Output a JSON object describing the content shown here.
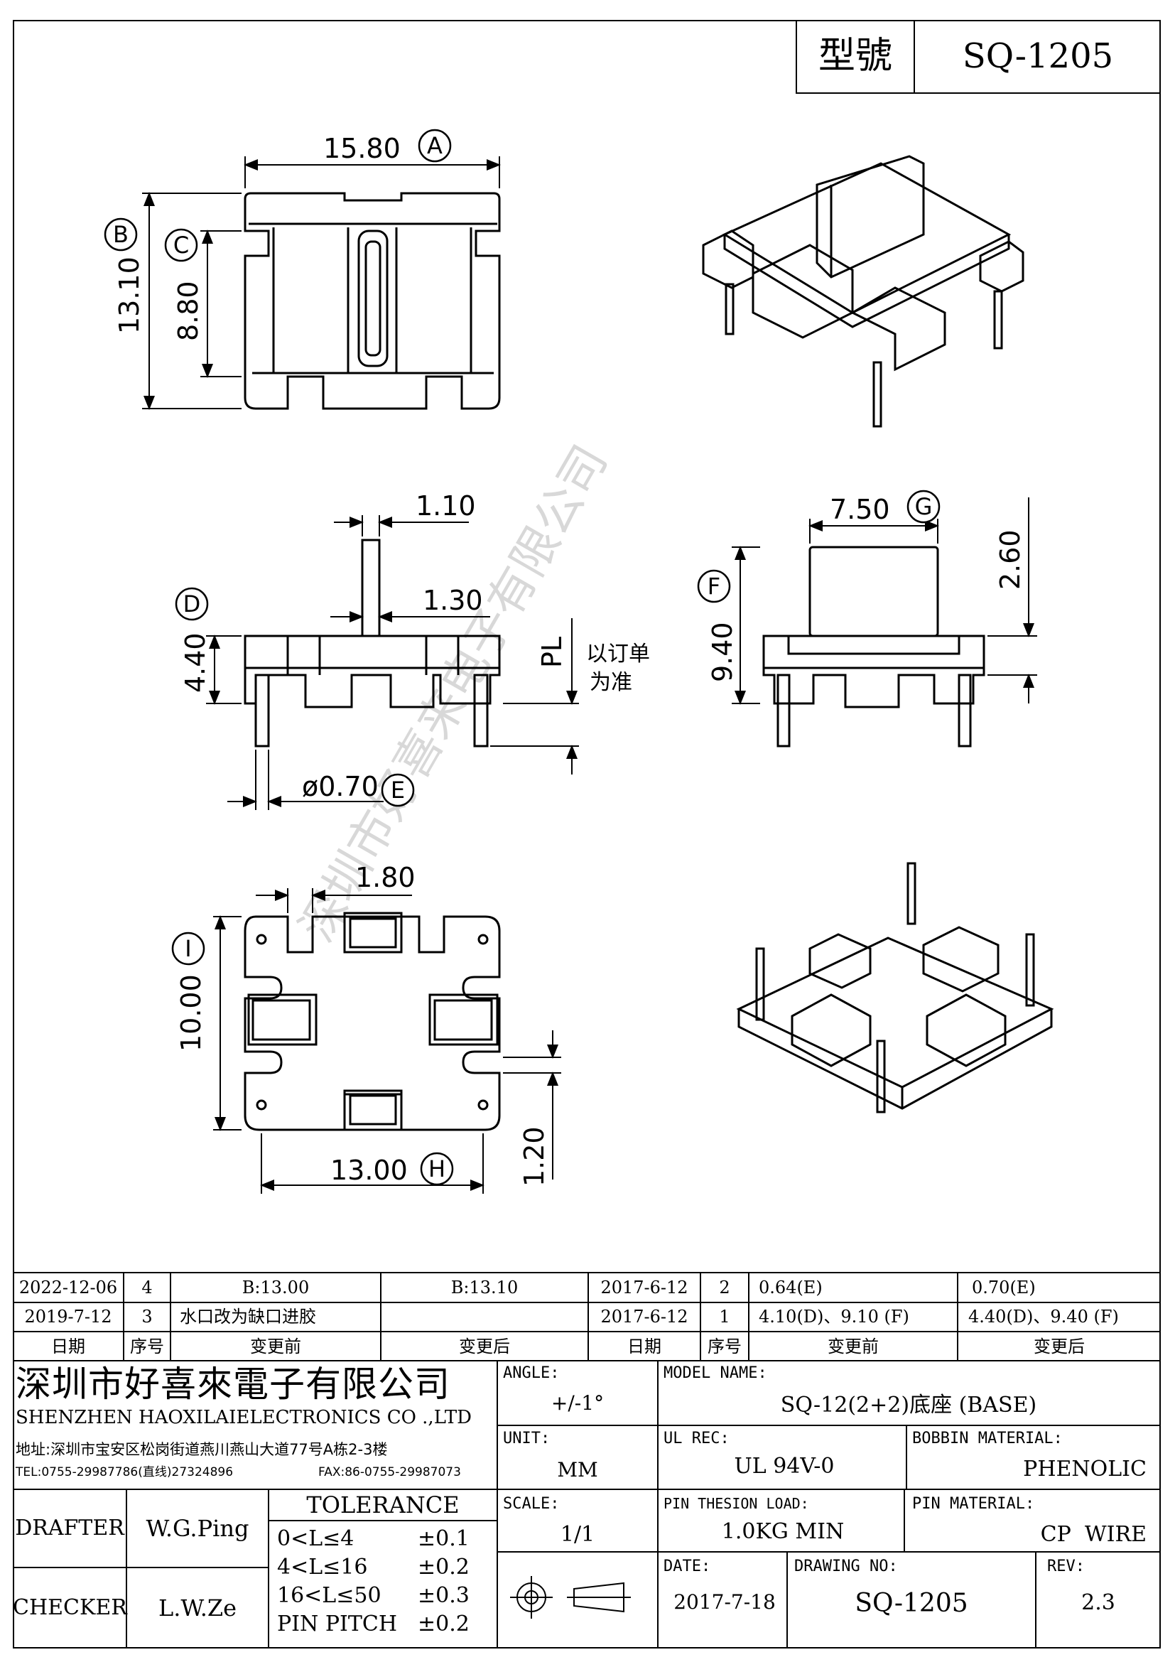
{
  "header": {
    "model_label": "型號",
    "model_value": "SQ-1205"
  },
  "watermark": "深圳市好喜来电子有限公司",
  "drawing": {
    "dims": {
      "A": "15.80",
      "B": "13.10",
      "C": "8.80",
      "D": "4.40",
      "E": "ø0.70",
      "F": "9.40",
      "G": "7.50",
      "H": "13.00",
      "I": "10.00",
      "pin_w": "1.10",
      "pin_w2": "1.30",
      "slot": "1.80",
      "step": "2.60",
      "edge": "1.20"
    },
    "circle_letters": [
      "A",
      "B",
      "C",
      "D",
      "E",
      "F",
      "G",
      "H",
      "I"
    ],
    "pl_label": "PL",
    "pl_note_1": "以订单",
    "pl_note_2": "为准"
  },
  "revisions": {
    "rows": [
      {
        "date": "2022-12-06",
        "seq": "4",
        "before": "B:13.00",
        "after": "B:13.10",
        "date2": "2017-6-12",
        "seq2": "2",
        "before2": "0.64(E)",
        "after2": "0.70(E)"
      },
      {
        "date": "2019-7-12",
        "seq": "3",
        "before": "水口改为缺口进胶",
        "after": "",
        "date2": "2017-6-12",
        "seq2": "1",
        "before2": "4.10(D)、9.10 (F)",
        "after2": "4.40(D)、9.40 (F)"
      }
    ],
    "headers": {
      "date": "日期",
      "seq": "序号",
      "before": "变更前",
      "after": "变更后"
    }
  },
  "title_block": {
    "company_cn": "深圳市好喜來電子有限公司",
    "company_en": "SHENZHEN HAOXILAIELECTRONICS CO .,LTD",
    "address": "地址:深圳市宝安区松岗街道燕川燕山大道77号A栋2-3楼",
    "tel": "TEL:0755-29987786(直线)27324896",
    "fax": "FAX:86-0755-29987073",
    "angle_label": "ANGLE:",
    "angle_value": "+/-1°",
    "model_name_label": "MODEL NAME:",
    "model_name_value": "SQ-12(2+2)底座 (BASE)",
    "unit_label": "UNIT:",
    "unit_value": "MM",
    "ul_label": "UL REC:",
    "ul_value": "UL 94V-0",
    "bobbin_label": "BOBBIN MATERIAL:",
    "bobbin_value": "PHENOLIC",
    "drafter_label": "DRAFTER",
    "drafter_value": "W.G.Ping",
    "checker_label": "CHECKER",
    "checker_value": "L.W.Ze",
    "tolerance_label": "TOLERANCE",
    "tolerance_rows": [
      {
        "range": "0<L≤4",
        "value": "±0.1"
      },
      {
        "range": "4<L≤16",
        "value": "±0.2"
      },
      {
        "range": "16<L≤50",
        "value": "±0.3"
      },
      {
        "range": "PIN PITCH",
        "value": "±0.2"
      }
    ],
    "scale_label": "SCALE:",
    "scale_value": "1/1",
    "pin_load_label": "PIN THESION LOAD:",
    "pin_load_value": "1.0KG MIN",
    "pin_material_label": "PIN MATERIAL:",
    "pin_material_value": "CP  WIRE",
    "date_label": "DATE:",
    "date_value": "2017-7-18",
    "drawing_no_label": "DRAWING NO:",
    "drawing_no_value": "SQ-1205",
    "rev_label": "REV:",
    "rev_value": "2.3"
  }
}
